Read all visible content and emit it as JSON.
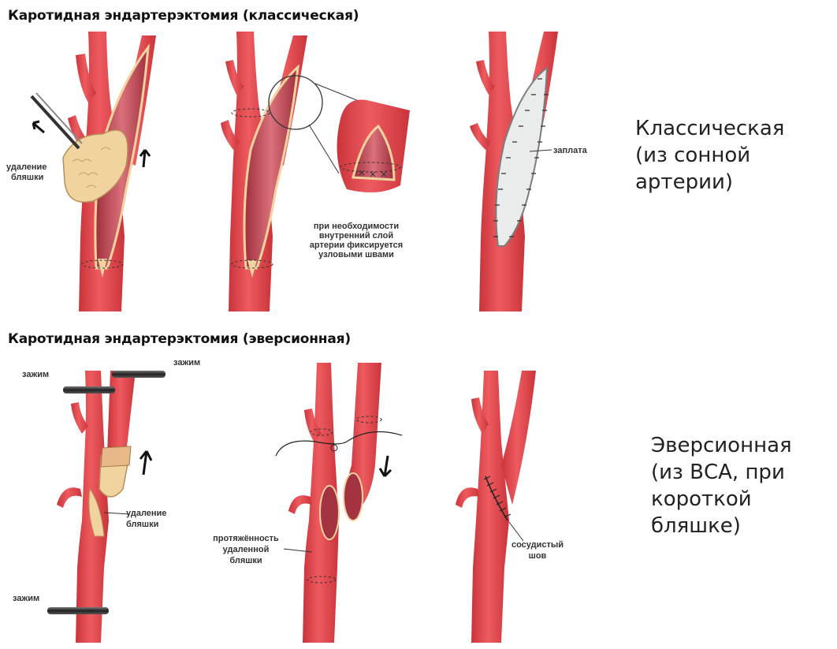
{
  "sections": [
    {
      "title": "Каротидная эндартерэктомия (классическая)",
      "caption_lines": [
        "Классическая",
        "(из сонной артерии)"
      ],
      "labels": {
        "plaque_removal": [
          "удаление",
          "бляшки"
        ],
        "fixation_note": [
          "при необходимости",
          "внутренний слой",
          "артерии фиксируется",
          "узловыми швами"
        ],
        "patch": "заплата"
      }
    },
    {
      "title": "Каротидная эндартерэктомия (эверсионная)",
      "caption_lines": [
        "Эверсионная",
        "(из ВСА, при",
        "короткой бляшке)"
      ],
      "labels": {
        "clamp_top_left": "зажим",
        "clamp_top_right": "зажим",
        "clamp_bottom": "зажим",
        "plaque_removal": [
          "удаление",
          "бляшки"
        ],
        "plaque_extent": [
          "протяжённость",
          "удаленной",
          "бляшки"
        ],
        "vascular_suture": [
          "сосудистый",
          "шов"
        ]
      }
    }
  ],
  "colors": {
    "artery": "#e0474c",
    "artery_dark": "#b52b33",
    "artery_light": "#f27a7c",
    "plaque": "#f1d3a0",
    "patch": "#e9ecea",
    "clamp": "#444444"
  }
}
